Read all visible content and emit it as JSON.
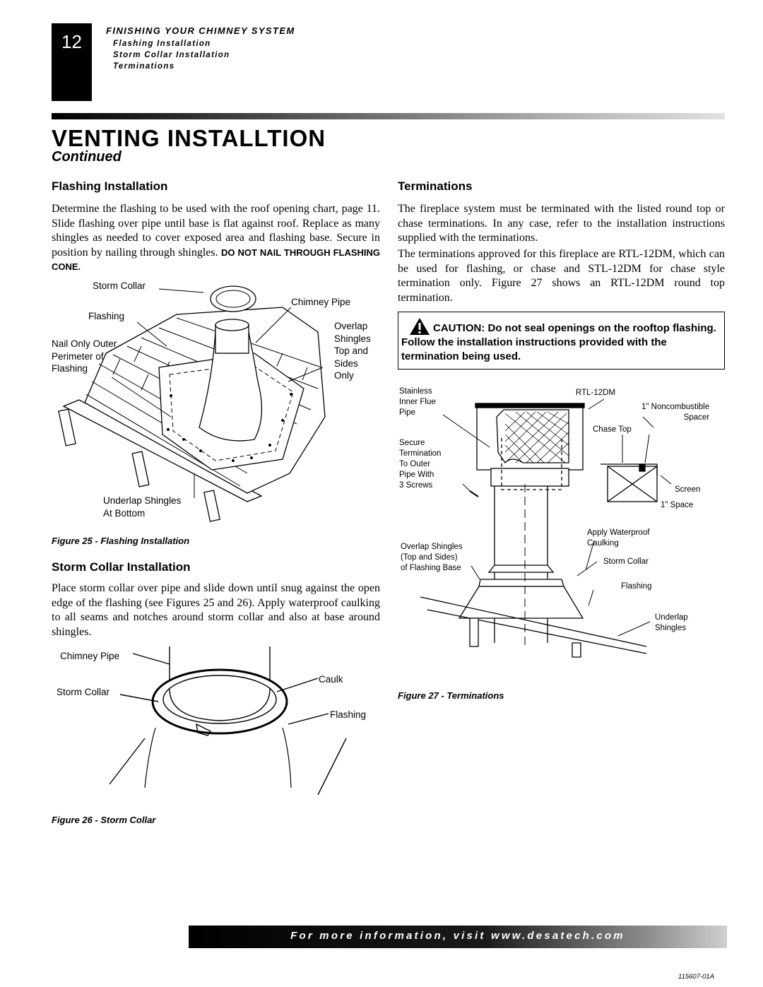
{
  "header": {
    "page_number": "12",
    "section_title": "FINISHING YOUR CHIMNEY SYSTEM",
    "section_items": [
      "Flashing Installation",
      "Storm Collar Installation",
      "Terminations"
    ]
  },
  "title": "VENTING INSTALLTION",
  "subtitle": "Continued",
  "flashing": {
    "heading": "Flashing Installation",
    "body": "Determine the flashing to be used with the roof opening chart, page 11. Slide flashing over pipe until base is flat against roof. Replace as many shingles as needed to cover exposed area and flashing base. Secure in position by nailing through shingles.",
    "warning": "DO NOT NAIL THROUGH FLASHING CONE."
  },
  "figure25": {
    "caption": "Figure 25 - Flashing Installation",
    "labels": {
      "storm_collar": "Storm Collar",
      "chimney_pipe": "Chimney Pipe",
      "flashing": "Flashing",
      "overlap": [
        "Overlap",
        "Shingles",
        "Top and",
        "Sides",
        "Only"
      ],
      "nail": [
        "Nail Only Outer",
        "Perimeter of",
        "Flashing"
      ],
      "underlap": [
        "Underlap Shingles",
        "At Bottom"
      ]
    }
  },
  "storm_collar": {
    "heading": "Storm Collar Installation",
    "body": "Place storm collar over pipe and slide down until snug against the open edge of the flashing (see Figures 25 and 26). Apply waterproof caulking to all seams and notches around storm collar and also at base around shingles."
  },
  "figure26": {
    "caption": "Figure 26 - Storm Collar",
    "labels": {
      "chimney_pipe": "Chimney Pipe",
      "caulk": "Caulk",
      "storm_collar": "Storm Collar",
      "flashing": "Flashing"
    }
  },
  "terminations": {
    "heading": "Terminations",
    "para1": "The fireplace system must be terminated with the listed round top or chase terminations. In any case, refer to the installation instructions supplied with the terminations.",
    "para2": "The terminations approved for this fireplace are RTL-12DM, which can be used for flashing, or chase and STL-12DM for chase style termination only. Figure 27 shows an RTL-12DM round top termination."
  },
  "caution": {
    "text": "CAUTION: Do not seal openings on the rooftop flashing. Follow the installation instructions provided with the termination being used."
  },
  "figure27": {
    "caption": "Figure 27 - Terminations",
    "labels": {
      "stainless": [
        "Stainless",
        "Inner Flue",
        "Pipe"
      ],
      "model": "RTL-12DM",
      "spacer": [
        "1\" Noncombustible",
        "Spacer"
      ],
      "chase_top": "Chase Top",
      "secure": [
        "Secure",
        "Termination",
        "To Outer",
        "Pipe With",
        "3 Screws"
      ],
      "screen": "Screen",
      "space": "1\" Space",
      "apply": [
        "Apply Waterproof",
        "Caulking"
      ],
      "overlap": [
        "Overlap Shingles",
        "(Top and Sides)",
        "of Flashing Base"
      ],
      "storm_collar": "Storm Collar",
      "flashing": "Flashing",
      "underlap": [
        "Underlap",
        "Shingles"
      ]
    }
  },
  "footer": {
    "text": "For more information, visit www.desatech.com",
    "part_number": "115607-01A"
  }
}
